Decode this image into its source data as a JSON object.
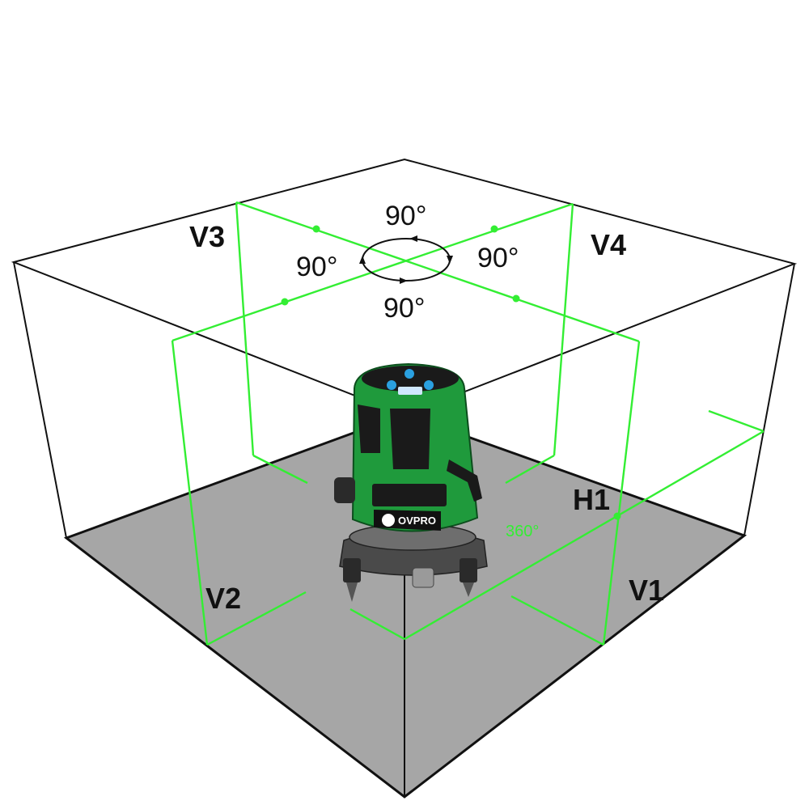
{
  "labels": {
    "v1": "V1",
    "v2": "V2",
    "v3": "V3",
    "v4": "V4",
    "h1": "H1",
    "angle_top": "90°",
    "angle_left": "90°",
    "angle_right": "90°",
    "angle_bottom": "90°",
    "full_rotation": "360°"
  },
  "device": {
    "brand": "OVPRO"
  },
  "colors": {
    "laser": "#33ee33",
    "floor": "#a6a6a6",
    "edge": "#111111",
    "device_body": "#1f9a3c",
    "device_dark": "#1a1a1a"
  }
}
